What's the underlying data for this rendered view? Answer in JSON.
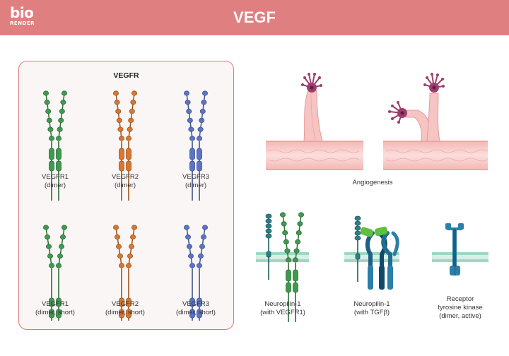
{
  "header": {
    "title": "VEGF",
    "logo_main": "bio",
    "logo_sub": "RENDER"
  },
  "panel": {
    "title": "VEGFR"
  },
  "receptors": [
    {
      "line1": "VEGFR1",
      "line2": "(dimer)"
    },
    {
      "line1": "VEGFR2",
      "line2": "(dimer)"
    },
    {
      "line1": "VEGFR3",
      "line2": "(dimer)"
    },
    {
      "line1": "VEGFR1",
      "line2": "(dimer, short)"
    },
    {
      "line1": "VEGFR2",
      "line2": "(dimer, short)"
    },
    {
      "line1": "VEGFR3",
      "line2": "(dimer, short)"
    }
  ],
  "angiogenesis": {
    "label": "Angiogenesis"
  },
  "bottom": [
    {
      "line1": "Neuropilin-1",
      "line2": "(with VEGFR1)",
      "line3": ""
    },
    {
      "line1": "Neuropilin-1",
      "line2": "(with TGFβ)",
      "line3": ""
    },
    {
      "line1": "Receptor",
      "line2": "tyrosine kinase",
      "line3": "(dimer, active)"
    }
  ],
  "colors": {
    "header": "#e07f7f",
    "vegfr1": "#3f9a4f",
    "vegfr2": "#d9772f",
    "vegfr3": "#5a74c8",
    "neuropilin": "#2f7f86",
    "membrane": "#bfe6d6",
    "vessel": "#f6c9c7",
    "cell": "#9c3e6d",
    "tgfb": "#5fbf3f",
    "rtk": "#2c7fa8"
  }
}
